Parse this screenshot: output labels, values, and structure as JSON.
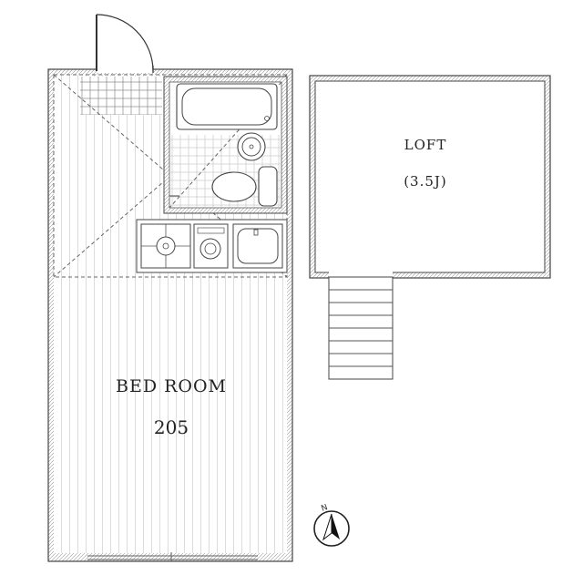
{
  "rooms": {
    "bedroom": {
      "name": "BED ROOM",
      "number": "205"
    },
    "loft": {
      "name": "LOFT",
      "size": "(3.5J)"
    }
  },
  "compass": {
    "label": "N"
  },
  "colors": {
    "line": "#555555",
    "wall": "#777777",
    "stripe": "#dddddd",
    "background": "#ffffff"
  }
}
